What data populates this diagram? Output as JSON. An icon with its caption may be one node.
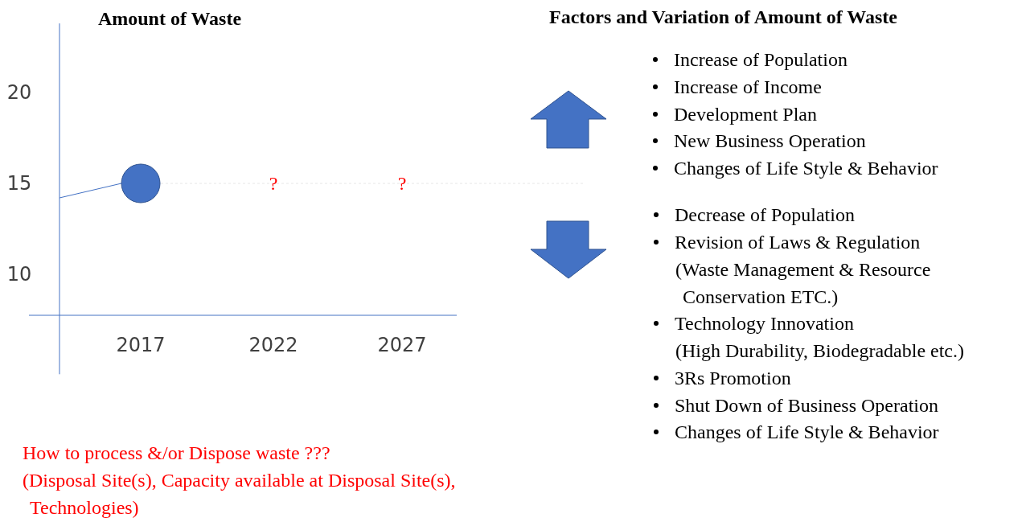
{
  "diagram": {
    "title": "Factors and Variation of Amount of Waste",
    "labels": [
      "Increase of Population",
      "Increase of Income",
      "Development Plan",
      "New Business Operation",
      "Changes of Life Style & Behavior",
      "Decrease of Population",
      "Revision of Laws & Regulation",
      "(Waste Management & Resource Conservation ETC.)",
      "Technology Innovation",
      "(High Durability, Biodegradable etc.)",
      "3Rs Promotion",
      "Shut Down of  Business Operation",
      "Changes of Life Style & Behavior",
      "How to process &/or Dispose waste ???",
      "(Disposal Site(s), Capacity available at Disposal Site(s), Technologies)"
    ],
    "chart_data": {
      "type": "scatter",
      "title": "Amount of Waste",
      "categories": [
        "2017",
        "2022",
        "2027"
      ],
      "series": [
        {
          "color": "#4472c4",
          "values": [
            15,
            null,
            null
          ]
        }
      ],
      "yticks": [
        10,
        15,
        20
      ],
      "ylim": [
        4.5,
        23.8
      ],
      "annotations": [
        "?",
        "?"
      ]
    }
  }
}
